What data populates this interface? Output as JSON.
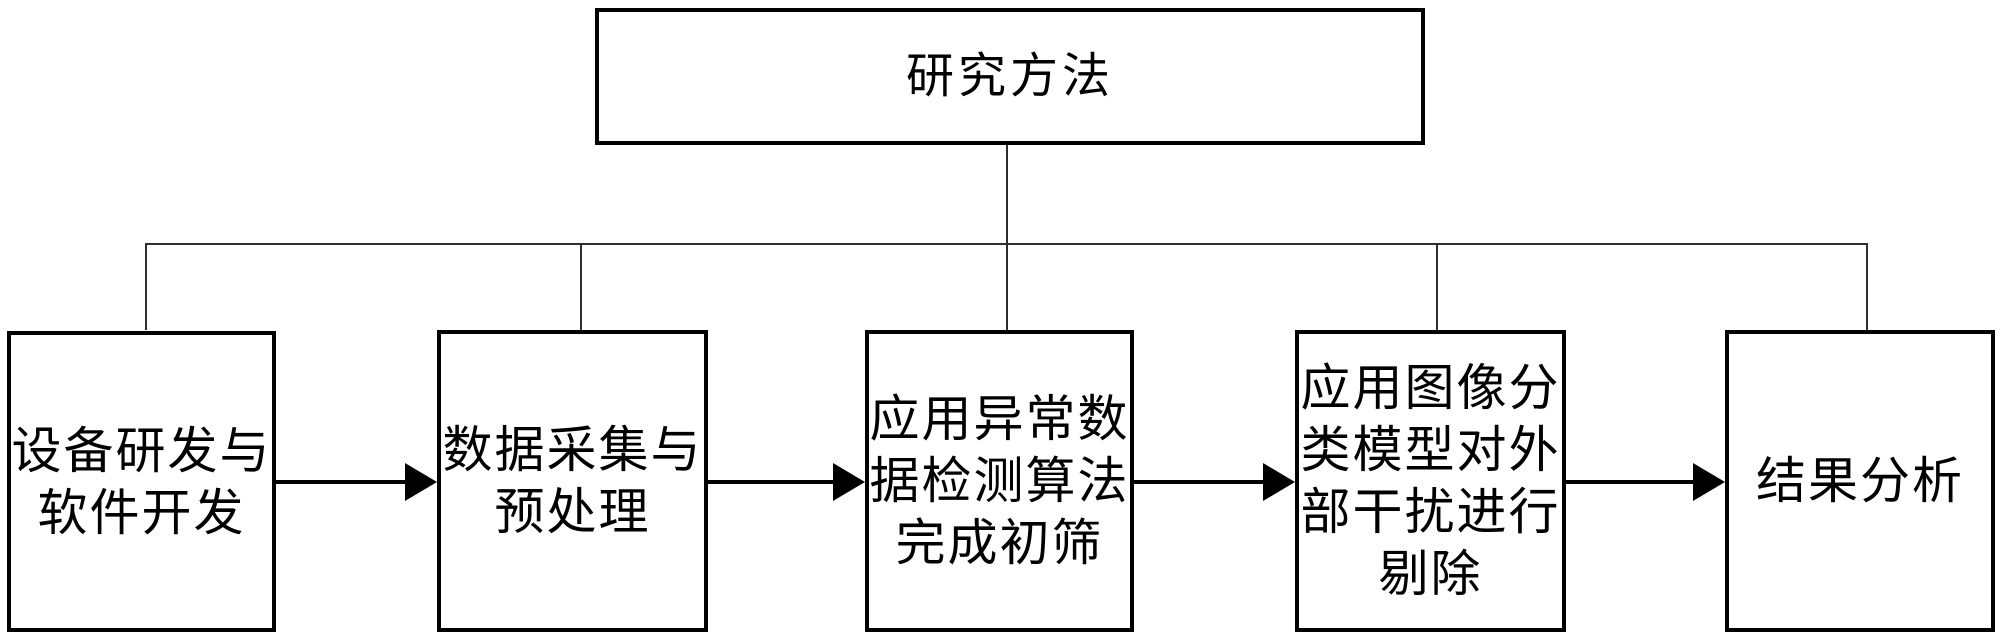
{
  "diagram": {
    "title": "研究方法",
    "steps": [
      {
        "label": "设备研发与\n软件开发"
      },
      {
        "label": "数据采集与\n预处理"
      },
      {
        "label": "应用异常数\n据检测算法\n完成初筛"
      },
      {
        "label": "应用图像分\n类模型对外\n部干扰进行\n剔除"
      },
      {
        "label": "结果分析"
      }
    ],
    "colors": {
      "line": "#000000",
      "background": "#ffffff"
    }
  }
}
